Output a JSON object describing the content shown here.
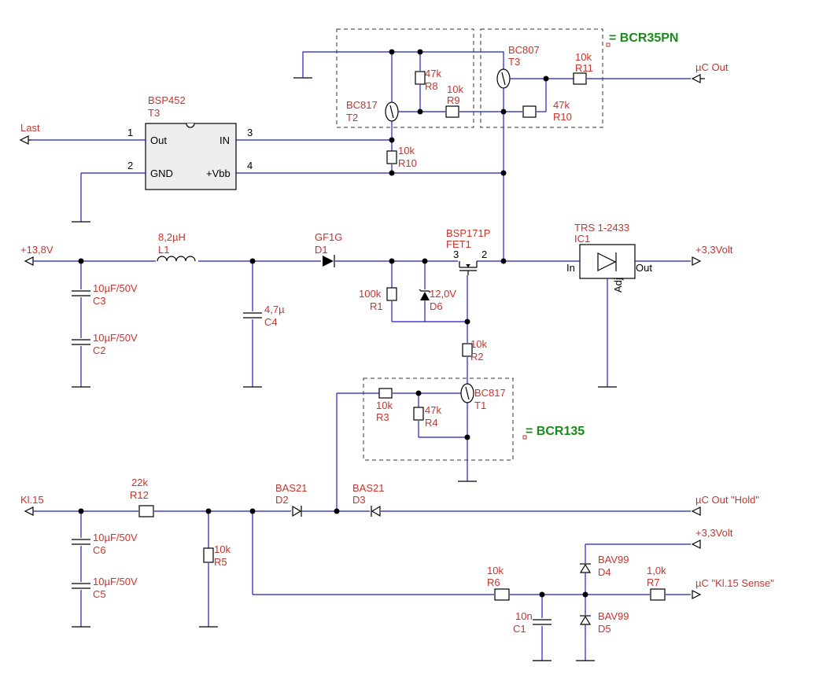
{
  "ports": {
    "last": "Last",
    "v13_8": "+13,8V",
    "kl15": "Kl.15",
    "uc_out": "µC Out",
    "v3_3_a": "+3,3Volt",
    "uc_out_hold": "µC Out \"Hold\"",
    "v3_3_b": "+3,3Volt",
    "uc_kl15_sense": "µC \"Kl.15 Sense\""
  },
  "modules": {
    "bcr35pn": "= BCR35PN",
    "bcr135": "= BCR135"
  },
  "bsp452": {
    "type": "BSP452",
    "ref": "T3",
    "pin1": "1",
    "pin2": "2",
    "pin3": "3",
    "pin4": "4",
    "out": "Out",
    "gnd": "GND",
    "in": "IN",
    "vbb": "+Vbb"
  },
  "ic1": {
    "type": "TRS 1-2433",
    "ref": "IC1",
    "in": "In",
    "out": "Out",
    "adj": "Adj"
  },
  "fet1": {
    "type": "BSP171P",
    "ref": "FET1",
    "pin3": "3",
    "pin2": "2"
  },
  "components": {
    "l1": {
      "value": "8,2µH",
      "ref": "L1"
    },
    "d1": {
      "value": "GF1G",
      "ref": "D1"
    },
    "c3": {
      "value": "10µF/50V",
      "ref": "C3"
    },
    "c2": {
      "value": "10µF/50V",
      "ref": "C2"
    },
    "c4": {
      "value": "4,7µ",
      "ref": "C4"
    },
    "r1": {
      "value": "100k",
      "ref": "R1"
    },
    "d6": {
      "value": "12,0V",
      "ref": "D6"
    },
    "r2": {
      "value": "10k",
      "ref": "R2"
    },
    "r3": {
      "value": "10k",
      "ref": "R3"
    },
    "r4": {
      "value": "47k",
      "ref": "R4"
    },
    "t1": {
      "value": "BC817",
      "ref": "T1"
    },
    "t2": {
      "value": "BC817",
      "ref": "T2"
    },
    "r8": {
      "value": "47k",
      "ref": "R8"
    },
    "r9": {
      "value": "10k",
      "ref": "R9"
    },
    "r10a": {
      "value": "10k",
      "ref": "R10"
    },
    "r10b": {
      "value": "47k",
      "ref": "R10"
    },
    "t3": {
      "value": "BC807",
      "ref": "T3"
    },
    "r11": {
      "value": "10k",
      "ref": "R11"
    },
    "r12": {
      "value": "22k",
      "ref": "R12"
    },
    "c6": {
      "value": "10µF/50V",
      "ref": "C6"
    },
    "c5": {
      "value": "10µF/50V",
      "ref": "C5"
    },
    "r5": {
      "value": "10k",
      "ref": "R5"
    },
    "d2": {
      "value": "BAS21",
      "ref": "D2"
    },
    "d3": {
      "value": "BAS21",
      "ref": "D3"
    },
    "r6": {
      "value": "10k",
      "ref": "R6"
    },
    "c1": {
      "value": "10n",
      "ref": "C1"
    },
    "d4": {
      "value": "BAV99",
      "ref": "D4"
    },
    "d5": {
      "value": "BAV99",
      "ref": "D5"
    },
    "r7": {
      "value": "1,0k",
      "ref": "R7"
    }
  },
  "colors": {
    "wire": "#1f1fc8",
    "lead": "#c8332c",
    "label": "#c8332c",
    "module": "#1a8a1a"
  }
}
